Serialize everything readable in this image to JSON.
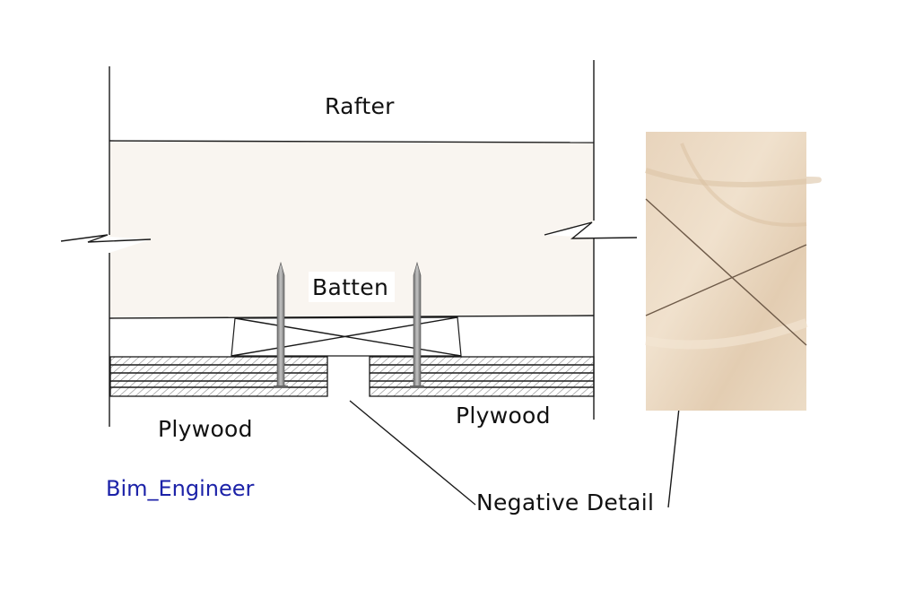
{
  "labels": {
    "rafter": "Rafter",
    "batten": "Batten",
    "plywood_left": "Plywood",
    "plywood_right": "Plywood",
    "negative_detail": "Negative Detail",
    "credit": "Bim_Engineer"
  },
  "colors": {
    "rafter_fill": "#f9f5f0",
    "line": "#1a1a1a",
    "credit": "#1c22a8",
    "nail": "#8a8a8a",
    "photo_base": "#e6d3bc"
  },
  "icons": {
    "nail": "nail-icon",
    "photo": "plywood-photo"
  }
}
